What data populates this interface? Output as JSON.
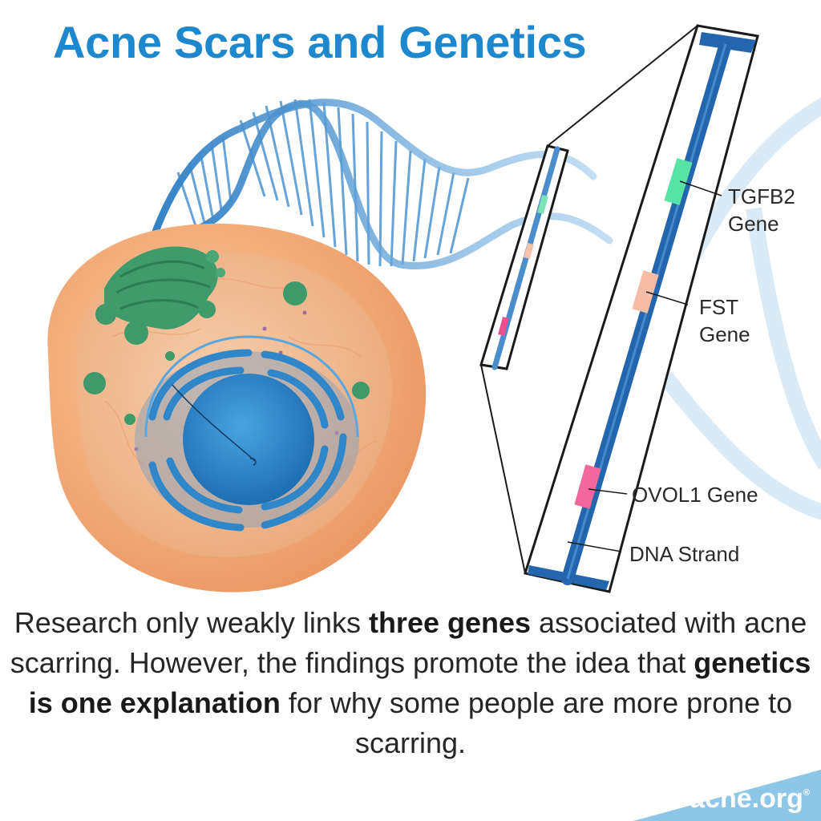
{
  "title": "Acne Scars and Genetics",
  "labels": {
    "tgfb2_line1": "TGFB2",
    "tgfb2_line2": "Gene",
    "fst_line1": "FST",
    "fst_line2": "Gene",
    "ovol1": "OVOL1 Gene",
    "dna_strand": "DNA Strand"
  },
  "caption": {
    "p1": "Research only weakly links ",
    "b1": "three genes",
    "p2": " associated with acne scarring. However, the findings promote the idea that ",
    "b2": "genetics is one explanation",
    "p3": " for why some people are more prone to scarring."
  },
  "brand": {
    "name": "acne.org",
    "mark": "®"
  },
  "colors": {
    "title": "#1e88cf",
    "dna": "#2f7fc4",
    "strand": "#2466ad",
    "tgfb2": "#57e3a6",
    "fst": "#f6bca6",
    "ovol1": "#f2679c",
    "cell": "#f2a874",
    "nucleus": "#2f86c8",
    "golgi": "#3d9a6c",
    "brand_bg": "#8ec6e8"
  }
}
